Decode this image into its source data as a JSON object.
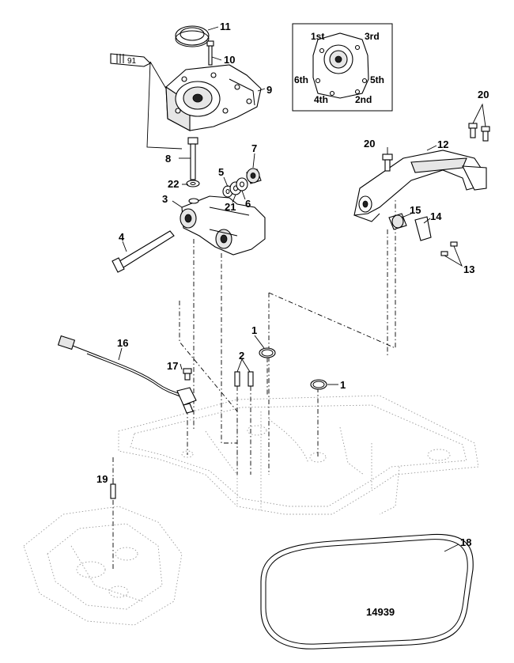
{
  "diagram": {
    "reference_number": "14939",
    "callouts": [
      "1",
      "1",
      "2",
      "3",
      "4",
      "5",
      "6",
      "7",
      "8",
      "9",
      "10",
      "11",
      "12",
      "13",
      "14",
      "15",
      "16",
      "17",
      "18",
      "19",
      "20",
      "20",
      "21",
      "22"
    ],
    "tube_label": "91",
    "torque_sequence": [
      "1st",
      "2nd",
      "3rd",
      "4th",
      "5th",
      "6th"
    ]
  }
}
